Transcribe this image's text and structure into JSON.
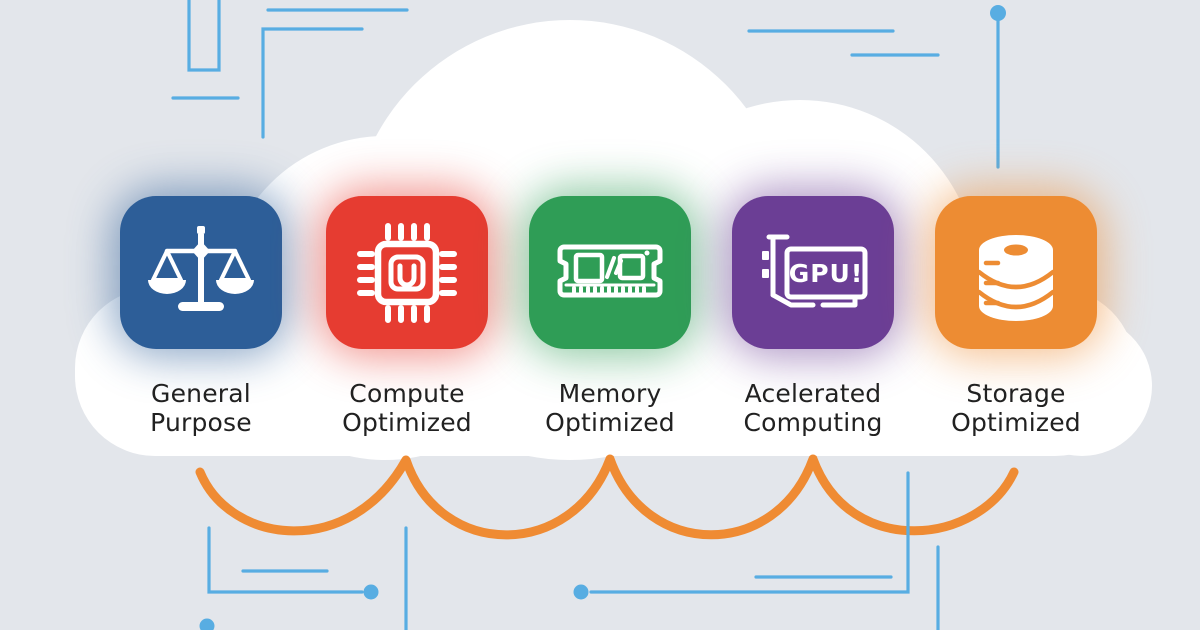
{
  "colors": {
    "background": "#e3e6eb",
    "circuit": "#58ade2",
    "wave": "#ef8b33",
    "cloud": "#ffffff",
    "text": "#212121"
  },
  "categories": [
    {
      "label": "General Purpose",
      "label_lines": [
        "General",
        "Purpose"
      ],
      "icon": "balance-scale-icon",
      "color": "#2d5e98"
    },
    {
      "label": "Compute Optimized",
      "label_lines": [
        "Compute",
        "Optimized"
      ],
      "icon": "cpu-chip-icon",
      "color": "#e63c31"
    },
    {
      "label": "Memory Optimized",
      "label_lines": [
        "Memory",
        "Optimized"
      ],
      "icon": "ram-memory-icon",
      "color": "#2f9d56"
    },
    {
      "label": "Acelerated Computing",
      "label_lines": [
        "Acelerated",
        "Computing"
      ],
      "icon": "gpu-card-icon",
      "color": "#6b3e95",
      "icon_text": "GPU!"
    },
    {
      "label": "Storage Optimized",
      "label_lines": [
        "Storage",
        "Optimized"
      ],
      "icon": "database-icon",
      "color": "#ed8c33"
    }
  ]
}
